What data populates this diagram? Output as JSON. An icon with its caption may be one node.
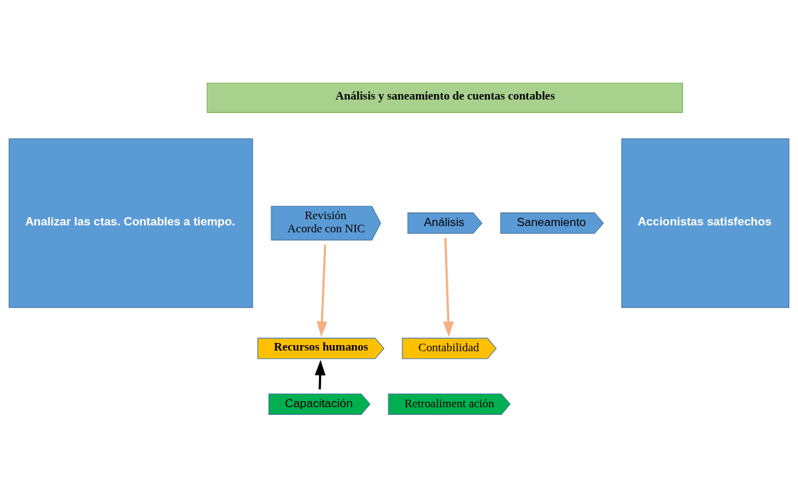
{
  "diagram": {
    "nodes": [
      {
        "text": [
          "Análisis y saneamiento de cuentas contables"
        ]
      },
      {
        "text": [
          "Analizar las ctas. Contables a tiempo."
        ]
      },
      {
        "text": [
          "Revisión",
          "Acorde con NIC"
        ]
      },
      {
        "text": [
          "Análisis"
        ]
      },
      {
        "text": [
          "Saneamiento"
        ]
      },
      {
        "text": [
          "Accionistas satisfechos"
        ]
      },
      {
        "text": [
          "Recursos humanos"
        ]
      },
      {
        "text": [
          "Contabilidad"
        ]
      },
      {
        "text": [
          "Capacitación"
        ]
      },
      {
        "text": [
          "Retroaliment ación"
        ]
      }
    ],
    "edges": [
      {
        "from": 2,
        "to": 6,
        "arrow": "to"
      },
      {
        "from": 3,
        "to": 7,
        "arrow": "to"
      },
      {
        "from": 8,
        "to": 6,
        "arrow": "to",
        "color": "#000000"
      }
    ]
  }
}
